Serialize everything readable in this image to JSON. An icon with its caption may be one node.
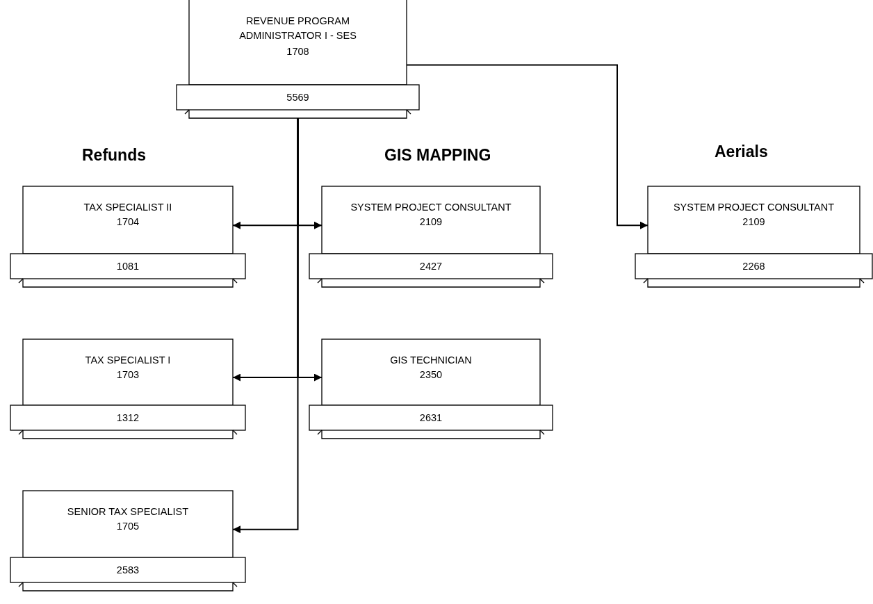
{
  "diagram": {
    "nodes": [
      {
        "text": [
          "REVENUE PROGRAM ADMINISTRATOR I - SES",
          "1708",
          "5569"
        ]
      },
      {
        "text": [
          "TAX SPECIALIST II",
          "1704",
          "1081"
        ]
      },
      {
        "text": [
          "SYSTEM PROJECT CONSULTANT",
          "2109",
          "2427"
        ]
      },
      {
        "text": [
          "SYSTEM PROJECT CONSULTANT",
          "2109",
          "2268"
        ]
      },
      {
        "text": [
          "TAX SPECIALIST I",
          "1703",
          "1312"
        ]
      },
      {
        "text": [
          "GIS TECHNICIAN",
          "2350",
          "2631"
        ]
      },
      {
        "text": [
          "SENIOR TAX SPECIALIST",
          "1705",
          "2583"
        ]
      }
    ],
    "edges": [
      {
        "from": 0,
        "to": 1,
        "arrow": "to"
      },
      {
        "from": 0,
        "to": 2,
        "arrow": "to"
      },
      {
        "from": 0,
        "to": 3,
        "arrow": "to"
      },
      {
        "from": 0,
        "to": 4,
        "arrow": "to"
      },
      {
        "from": 0,
        "to": 5,
        "arrow": "to"
      },
      {
        "from": 0,
        "to": 6,
        "arrow": "to"
      }
    ],
    "labels": [
      "Refunds",
      "GIS MAPPING",
      "Aerials"
    ]
  }
}
